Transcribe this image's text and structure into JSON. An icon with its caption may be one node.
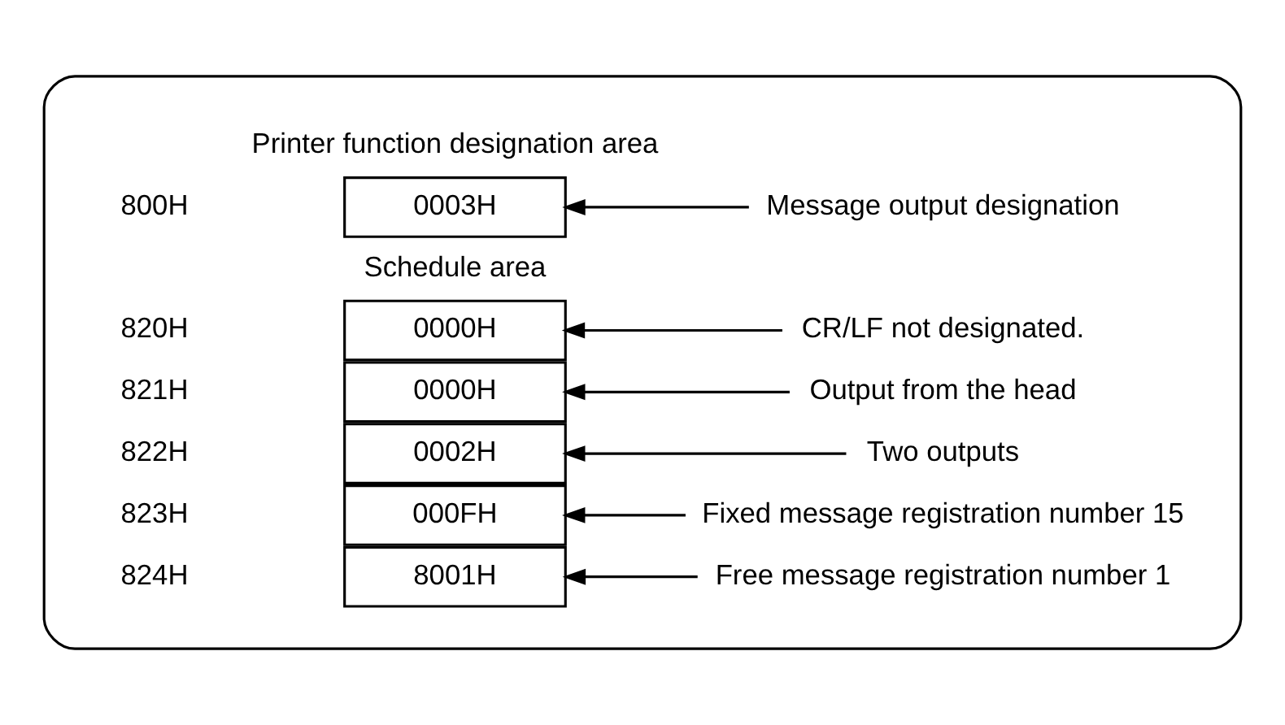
{
  "diagram": {
    "nodes": [
      {
        "text": [],
        "shape": "box"
      },
      {
        "text": [
          "0003H"
        ],
        "in": 0
      },
      {
        "text": [
          "Message output designation"
        ],
        "in": 0
      },
      {
        "text": [
          "0000H"
        ],
        "in": 0
      },
      {
        "text": [
          "CR/LF not designated."
        ],
        "in": 0
      },
      {
        "text": [
          "0000H"
        ],
        "in": 0
      },
      {
        "text": [
          "Output from the head"
        ],
        "in": 0
      },
      {
        "text": [
          "0002H"
        ],
        "in": 0
      },
      {
        "text": [
          "Two outputs"
        ],
        "in": 0
      },
      {
        "text": [
          "000FH"
        ],
        "in": 0
      },
      {
        "text": [
          "Fixed message registration number 15"
        ],
        "in": 0
      },
      {
        "text": [
          "8001H"
        ],
        "in": 0
      },
      {
        "text": [
          "Free message registration number 1"
        ],
        "in": 0
      }
    ],
    "edges": [
      {
        "from": 2,
        "to": 1,
        "arrow": "to"
      },
      {
        "from": 4,
        "to": 3,
        "arrow": "to"
      },
      {
        "from": 6,
        "to": 5,
        "arrow": "to"
      },
      {
        "from": 8,
        "to": 7,
        "arrow": "to"
      },
      {
        "from": 10,
        "to": 9,
        "arrow": "to"
      },
      {
        "from": 12,
        "to": 11,
        "arrow": "to"
      }
    ],
    "labels": [
      "Printer function designation area",
      "800H",
      "Schedule area",
      "820H",
      "821H",
      "822H",
      "823H",
      "824H"
    ]
  }
}
